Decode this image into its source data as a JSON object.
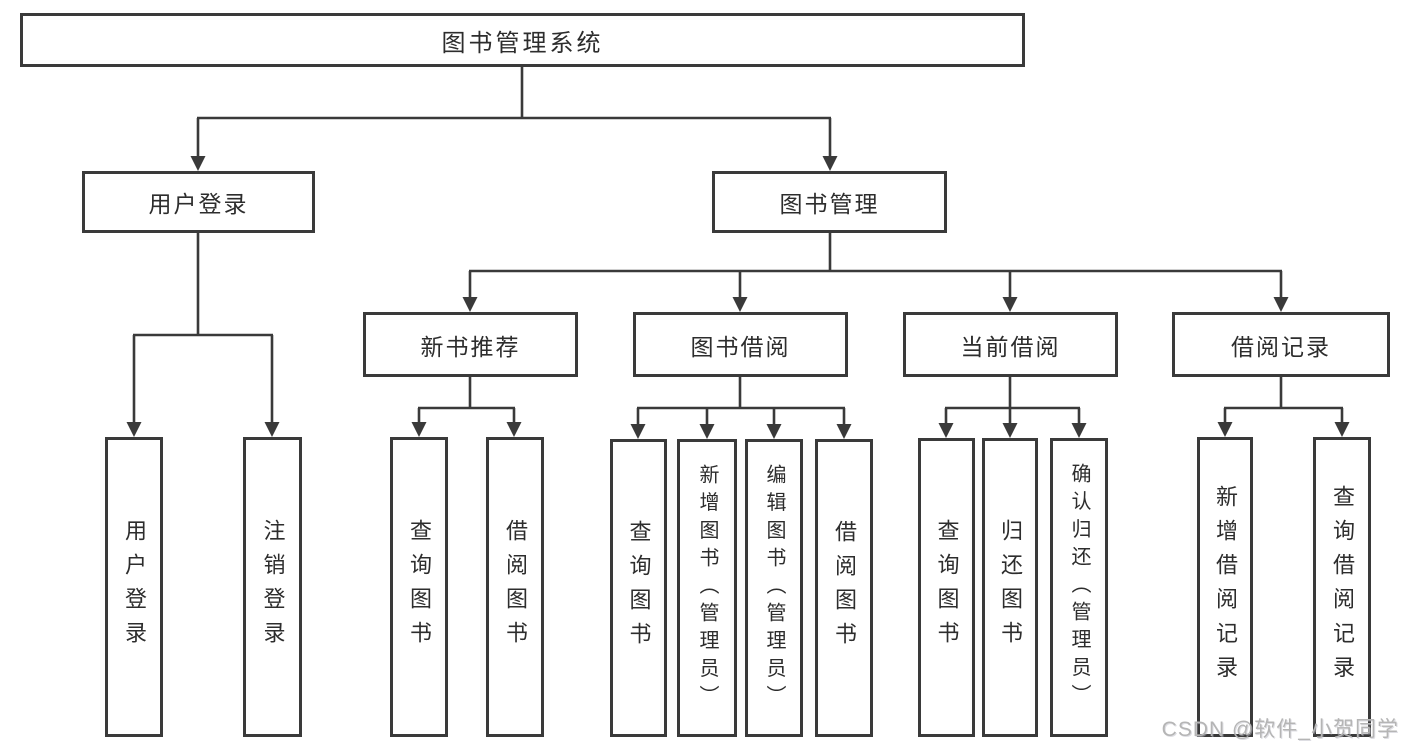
{
  "tree": {
    "label": "图书管理系统",
    "children": [
      {
        "label": "用户登录",
        "children": [
          {
            "label": "用户登录"
          },
          {
            "label": "注销登录"
          }
        ]
      },
      {
        "label": "图书管理",
        "children": [
          {
            "label": "新书推荐",
            "children": [
              {
                "label": "查询图书"
              },
              {
                "label": "借阅图书"
              }
            ]
          },
          {
            "label": "图书借阅",
            "children": [
              {
                "label": "查询图书"
              },
              {
                "label": "新增图书（管理员）"
              },
              {
                "label": "编辑图书（管理员）"
              },
              {
                "label": "借阅图书"
              }
            ]
          },
          {
            "label": "当前借阅",
            "children": [
              {
                "label": "查询图书"
              },
              {
                "label": "归还图书"
              },
              {
                "label": "确认归还（管理员）"
              }
            ]
          },
          {
            "label": "借阅记录",
            "children": [
              {
                "label": "新增借阅记录"
              },
              {
                "label": "查询借阅记录"
              }
            ]
          }
        ]
      }
    ]
  },
  "watermark": {
    "text": "CSDN @软件_小贺同学"
  },
  "colors": {
    "line": "#3a3a3a",
    "text": "#2d2d2d",
    "watermark": "#b5b5b5",
    "background": "#ffffff"
  }
}
